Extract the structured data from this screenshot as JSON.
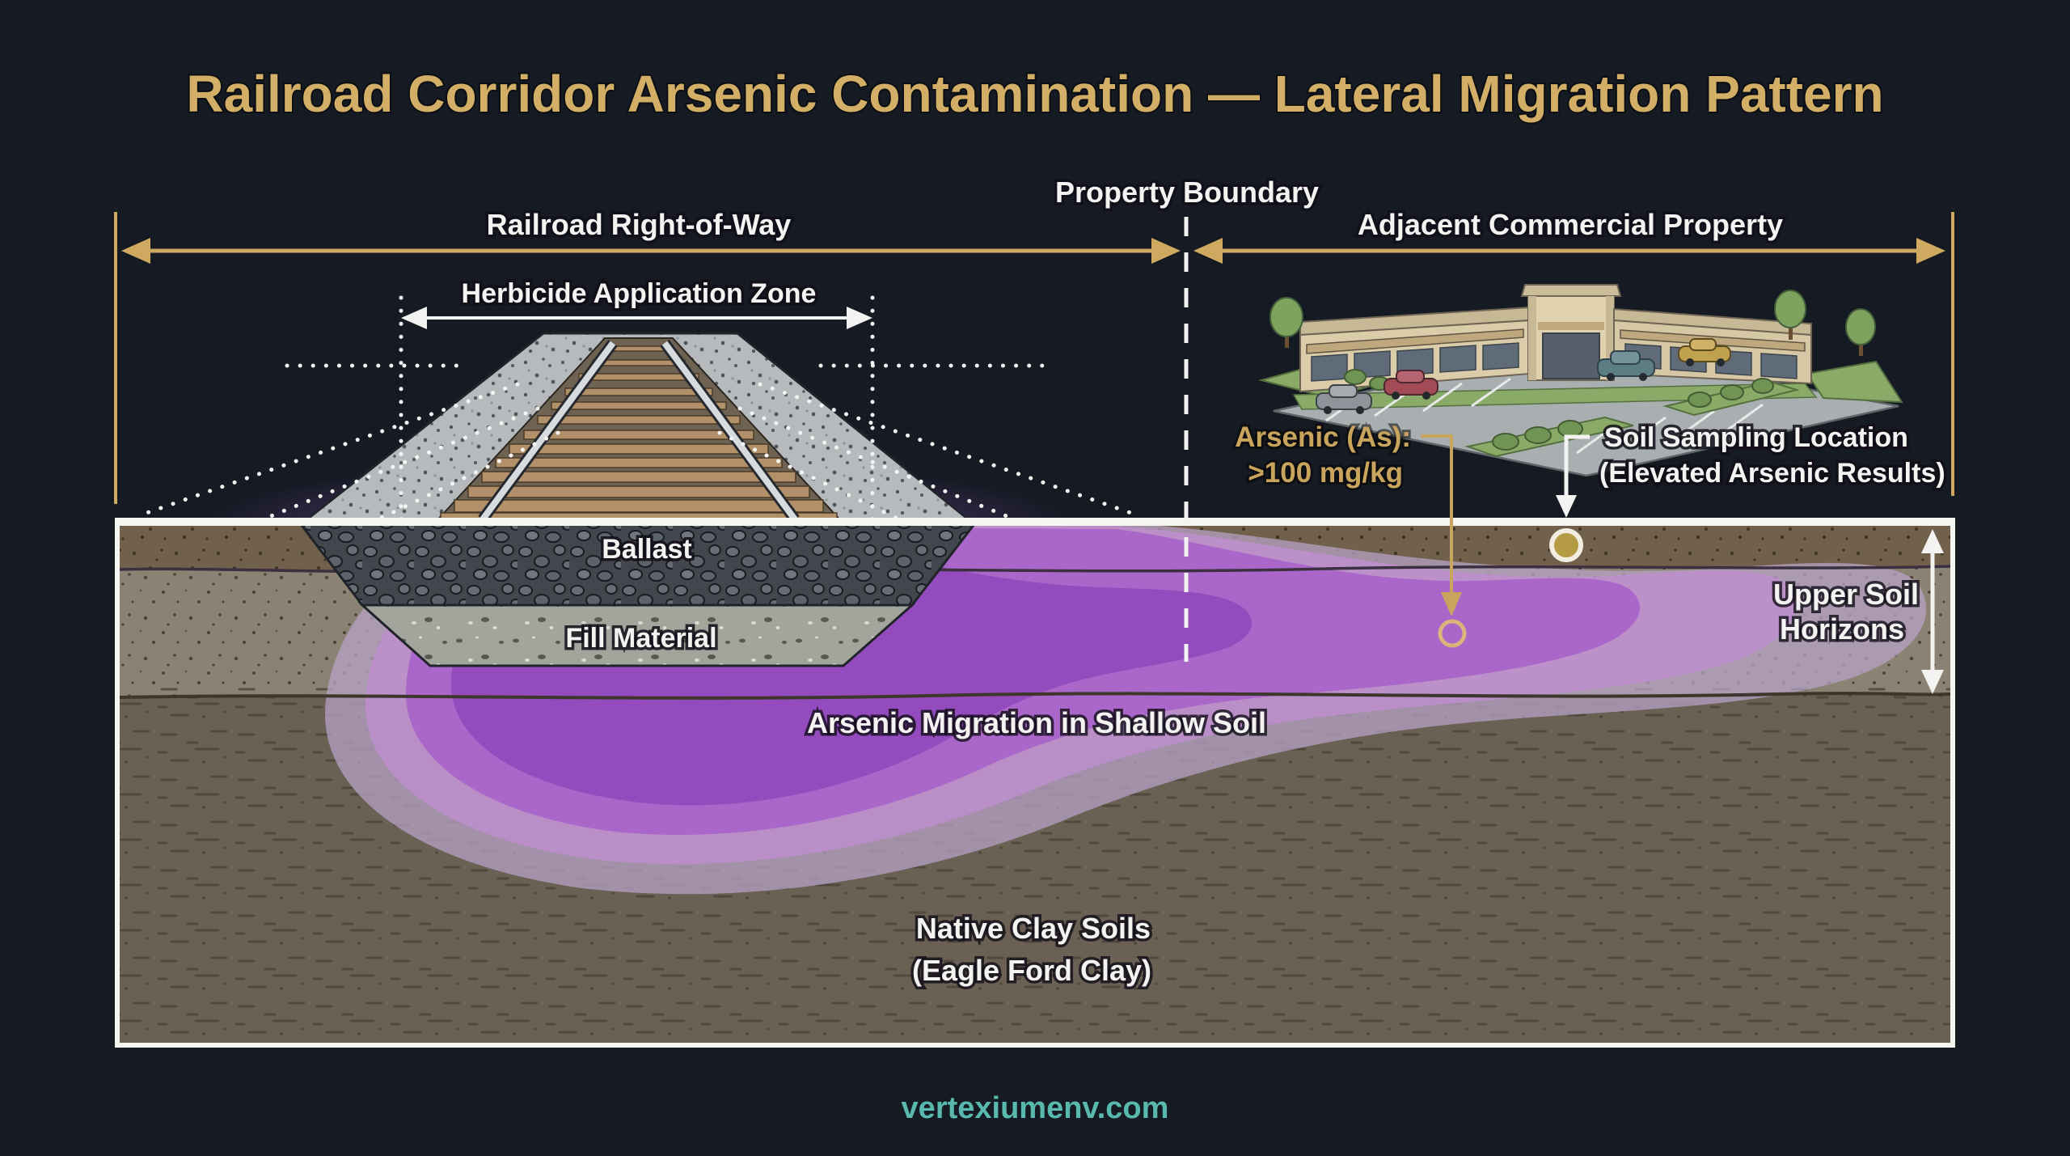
{
  "title": "Railroad Corridor Arsenic Contamination — Lateral Migration Pattern",
  "header": {
    "railroad_right_of_way": "Railroad Right-of-Way",
    "property_boundary": "Property Boundary",
    "adjacent_commercial_property": "Adjacent Commercial Property",
    "herbicide_application_zone": "Herbicide Application Zone"
  },
  "annotations": {
    "arsenic_line1": "Arsenic (As):",
    "arsenic_line2": ">100 mg/kg",
    "sampling_line1": "Soil Sampling Location",
    "sampling_line2": "(Elevated Arsenic Results)",
    "upper_soil_line1": "Upper Soil",
    "upper_soil_line2": "Horizons"
  },
  "cross_section": {
    "ballast": "Ballast",
    "fill_material": "Fill Material",
    "migration": "Arsenic Migration in Shallow Soil",
    "native_clay_line1": "Native Clay Soils",
    "native_clay_line2": "(Eagle Ford Clay)"
  },
  "footer": {
    "website": "vertexiumenv.com"
  },
  "colors": {
    "background": "#151a23",
    "title_gold": "#d3ae66",
    "arrow_gold": "#cfa95f",
    "label_white": "#f3f3f1",
    "teal": "#59b9ae",
    "plume_outer": "#b5a1c4",
    "plume_band2": "#c18fd0",
    "plume_band3": "#a75fc9",
    "plume_core": "#8f46bb",
    "topsoil_brown": "#71604b",
    "subsoil_tan": "#8b8273",
    "clay_gray": "#6a6154",
    "ballast_dark": "#42474e",
    "fill_gray": "#a1a59b",
    "sample_marker_gold": "#b49b44"
  }
}
